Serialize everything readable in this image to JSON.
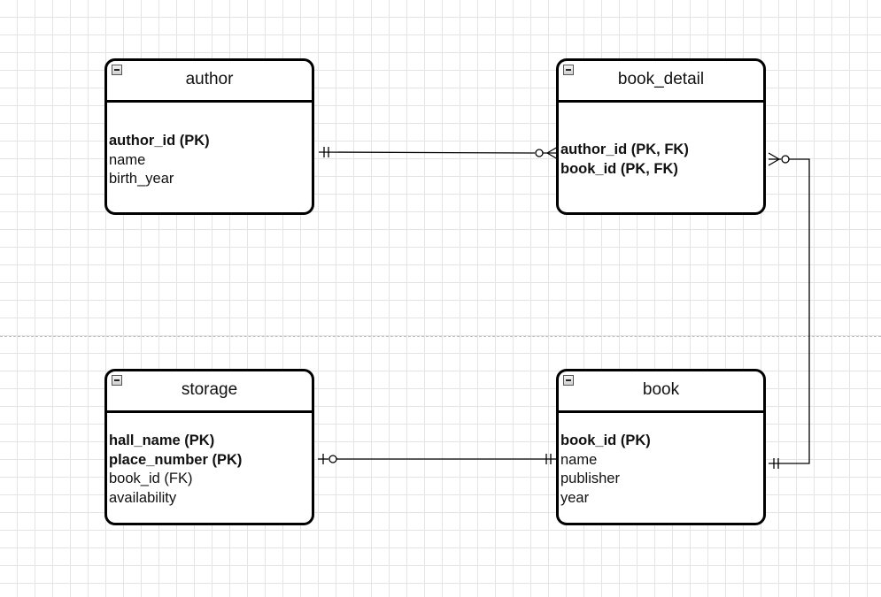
{
  "entities": {
    "author": {
      "title": "author",
      "attributes": [
        {
          "text": "author_id (PK)",
          "key": true
        },
        {
          "text": "name",
          "key": false
        },
        {
          "text": "birth_year",
          "key": false
        }
      ]
    },
    "book_detail": {
      "title": "book_detail",
      "attributes": [
        {
          "text": "author_id (PK, FK)",
          "key": true
        },
        {
          "text": "book_id (PK, FK)",
          "key": true
        }
      ]
    },
    "storage": {
      "title": "storage",
      "attributes": [
        {
          "text": "hall_name (PK)",
          "key": true
        },
        {
          "text": "place_number (PK)",
          "key": true
        },
        {
          "text": "book_id (FK)",
          "key": false
        },
        {
          "text": "availability",
          "key": false
        }
      ]
    },
    "book": {
      "title": "book",
      "attributes": [
        {
          "text": "book_id (PK)",
          "key": true
        },
        {
          "text": "name",
          "key": false
        },
        {
          "text": "publisher",
          "key": false
        },
        {
          "text": "year",
          "key": false
        }
      ]
    }
  },
  "relationships": [
    {
      "from": "author",
      "from_end": "one-mandatory",
      "to": "book_detail",
      "to_end": "zero-or-many"
    },
    {
      "from": "book",
      "from_end": "one-mandatory",
      "to": "book_detail",
      "to_end": "zero-or-many"
    },
    {
      "from": "storage",
      "from_end": "zero-or-one",
      "to": "book",
      "to_end": "one-mandatory"
    }
  ]
}
